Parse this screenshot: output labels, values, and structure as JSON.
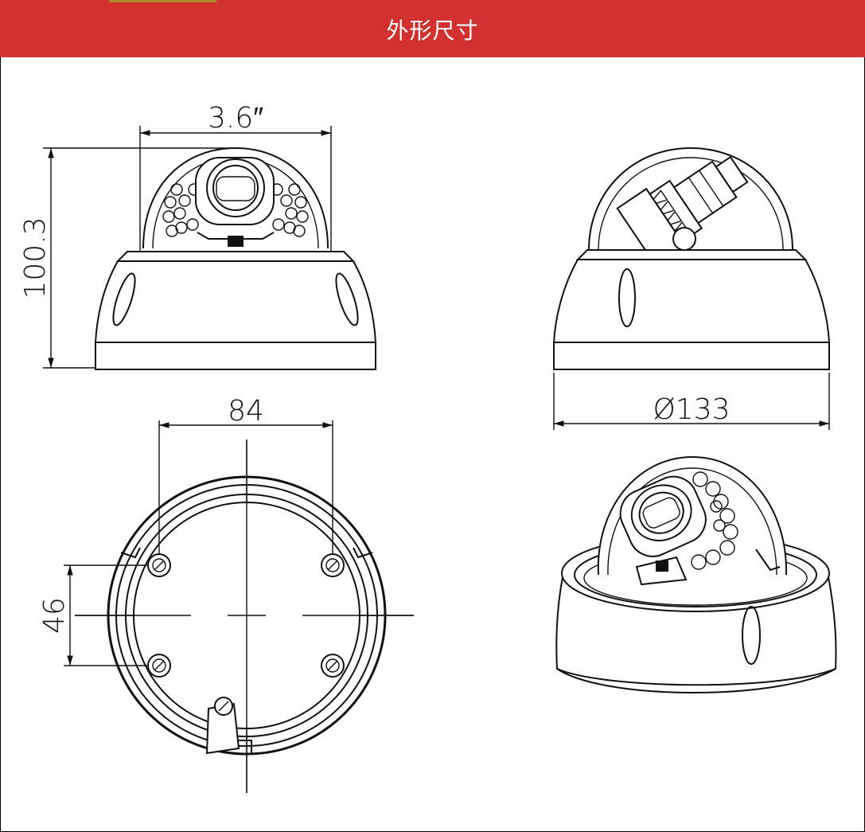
{
  "header": {
    "title": "外形尺寸",
    "bar_color": "#d22f2f",
    "tab_color": "#b08a2a"
  },
  "dimensions": {
    "front_width": "3.6″",
    "front_height": "100.3",
    "base_hole_spacing_horizontal": "84",
    "base_hole_spacing_vertical": "46",
    "side_diameter": "Ø133"
  }
}
